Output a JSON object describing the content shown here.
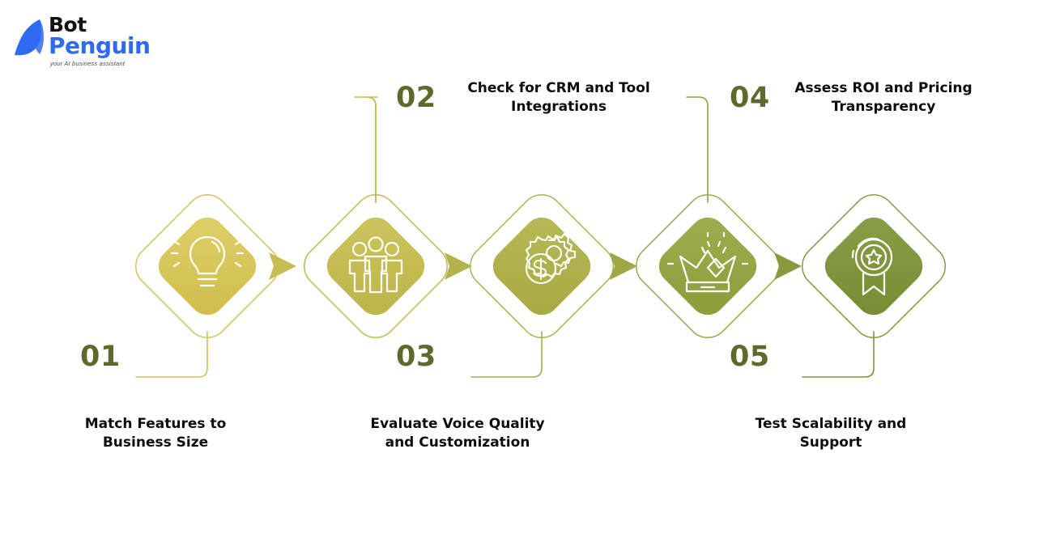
{
  "brand": {
    "logo_icon": "penguin-logo-icon",
    "name_line1": "Bot",
    "name_line2": "Penguin",
    "tagline": "your AI business assistant"
  },
  "theme": {
    "background": "#ffffff",
    "number_color": "#5d6a2b",
    "caption_color": "#0d0d0d",
    "logo_black": "#111111",
    "logo_blue": "#2f6bf2"
  },
  "flow": {
    "orientation": "horizontal",
    "shape": "rounded-diamond",
    "steps": [
      {
        "number": "01",
        "caption_line1": "Match Features to",
        "caption_line2": "Business Size",
        "caption_position": "bottom",
        "icon": "lightbulb-icon",
        "fill": "#d6c556",
        "outline": "#cfc05c"
      },
      {
        "number": "02",
        "caption_line1": "Check for CRM and Tool",
        "caption_line2": "Integrations",
        "caption_position": "top",
        "icon": "group-people-icon",
        "fill": "#c5bd50",
        "outline": "#b6ae49"
      },
      {
        "number": "03",
        "caption_line1": "Evaluate Voice Quality",
        "caption_line2": "and Customization",
        "caption_position": "bottom",
        "icon": "gear-dollar-icon",
        "fill": "#afb24a",
        "outline": "#a3a745"
      },
      {
        "number": "04",
        "caption_line1": "Assess ROI and Pricing",
        "caption_line2": "Transparency",
        "caption_position": "top",
        "icon": "crown-icon",
        "fill": "#95a442",
        "outline": "#8b9b3f"
      },
      {
        "number": "05",
        "caption_line1": "Test Scalability and",
        "caption_line2": "Support",
        "caption_position": "bottom",
        "icon": "award-medal-star-icon",
        "fill": "#7f9539",
        "outline": "#758a35"
      }
    ],
    "connector_arrows": [
      {
        "from": "02",
        "to": "01",
        "direction": "left"
      },
      {
        "from": "03",
        "to": "02",
        "direction": "left"
      },
      {
        "from": "04",
        "to": "03",
        "direction": "left"
      },
      {
        "from": "05",
        "to": "04",
        "direction": "left"
      }
    ]
  }
}
